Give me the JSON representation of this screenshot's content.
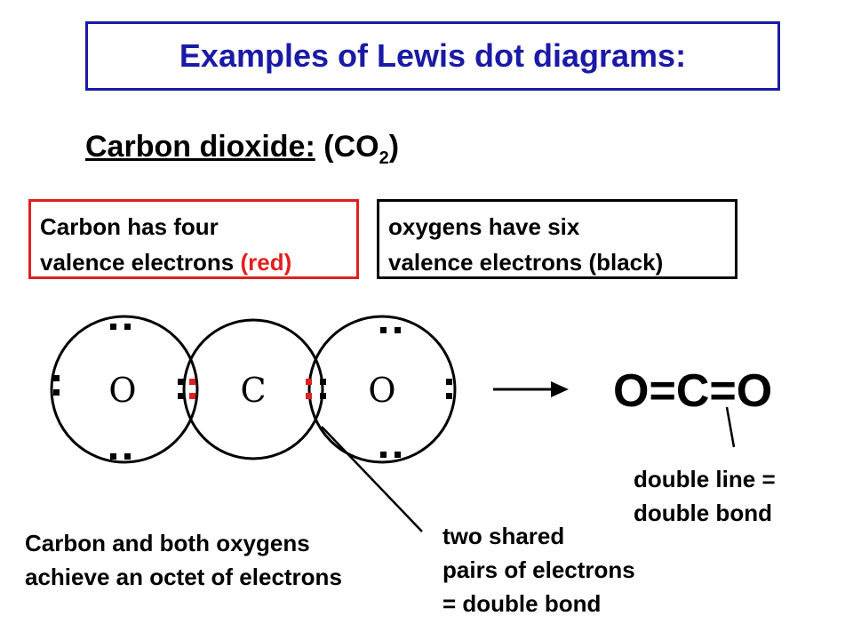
{
  "title": "Examples of Lewis dot diagrams:",
  "subtitle": {
    "label": "Carbon dioxide:",
    "formula_prefix": "(CO",
    "formula_subscript": "2",
    "formula_suffix": ")"
  },
  "carbon_box": {
    "line1": "Carbon has four",
    "line2_prefix": "valence electrons ",
    "line2_highlight": "(red)"
  },
  "oxygen_box": {
    "line1": "oxygens have six",
    "line2": "valence electrons (black)"
  },
  "atoms": {
    "left": "O",
    "center": "C",
    "right": "O"
  },
  "structural_formula": "O=C=O",
  "notes": {
    "double_line": [
      "double line =",
      "double bond"
    ],
    "octet": [
      "Carbon and both oxygens",
      "achieve an octet of electrons"
    ],
    "shared_pairs": [
      "two shared",
      "pairs of electrons",
      "= double bond"
    ]
  },
  "colors": {
    "title_blue": "#1a1aa6",
    "carbon_red": "#e02020",
    "oxygen_black": "#000000"
  }
}
